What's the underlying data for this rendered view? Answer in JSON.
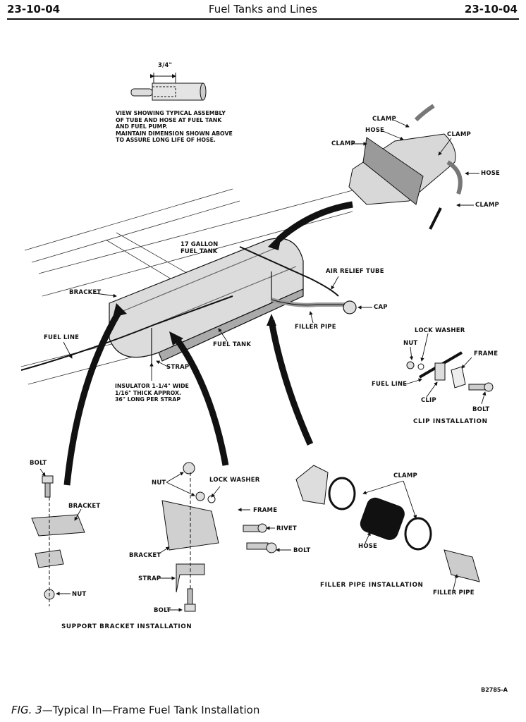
{
  "header": {
    "section_left": "23-10-04",
    "title": "Fuel Tanks and Lines",
    "section_right": "23-10-04"
  },
  "tube_hose_view": {
    "dimension": "3/4\"",
    "note": "VIEW SHOWING TYPICAL ASSEMBLY\nOF TUBE AND HOSE AT FUEL TANK\nAND FUEL PUMP.\nMAINTAIN DIMENSION SHOWN ABOVE\nTO ASSURE LONG LIFE OF HOSE."
  },
  "tank_top_view": {
    "labels": [
      "CLAMP",
      "HOSE",
      "CLAMP",
      "CLAMP",
      "HOSE",
      "CLAMP"
    ]
  },
  "main_view": {
    "tank_capacity": "17 GALLON\nFUEL TANK",
    "air_relief_tube": "AIR RELIEF TUBE",
    "cap": "CAP",
    "filler_pipe": "FILLER PIPE",
    "bracket": "BRACKET",
    "fuel_line": "FUEL LINE",
    "fuel_tank": "FUEL TANK",
    "strap": "STRAP",
    "insulator_note": "INSULATOR 1-1/4\" WIDE\n1/16\" THICK APPROX.\n36\" LONG PER STRAP"
  },
  "clip_installation": {
    "title": "CLIP INSTALLATION",
    "lock_washer": "LOCK WASHER",
    "nut": "NUT",
    "frame": "FRAME",
    "fuel_line": "FUEL LINE",
    "clip": "CLIP",
    "bolt": "BOLT"
  },
  "support_bracket_installation": {
    "title": "SUPPORT BRACKET INSTALLATION",
    "left": {
      "bolt": "BOLT",
      "bracket": "BRACKET",
      "nut": "NUT"
    },
    "right": {
      "nut": "NUT",
      "lock_washer": "LOCK WASHER",
      "frame": "FRAME",
      "rivet": "RIVET",
      "bolt_side": "BOLT",
      "bracket": "BRACKET",
      "strap": "STRAP",
      "bolt_bottom": "BOLT"
    }
  },
  "filler_pipe_installation": {
    "title": "FILLER PIPE INSTALLATION",
    "clamp": "CLAMP",
    "hose": "HOSE",
    "filler_pipe": "FILLER PIPE"
  },
  "figure": {
    "reference": "B2785-A",
    "number": "FIG. 3",
    "caption": "—Typical In—Frame Fuel Tank Installation"
  }
}
